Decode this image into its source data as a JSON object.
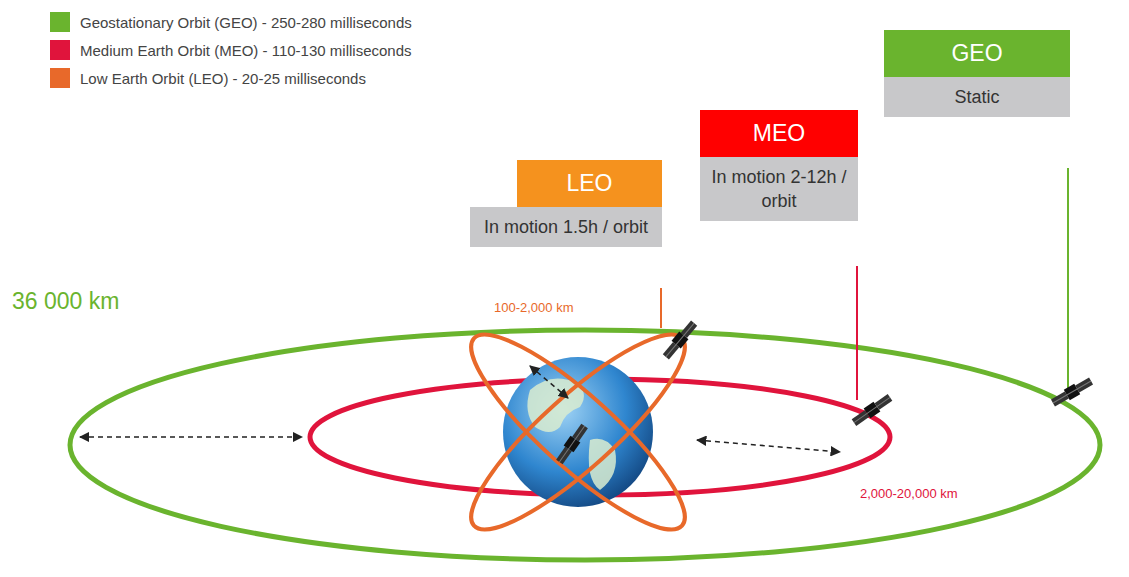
{
  "diagram": {
    "nodes": [
      {
        "text": [
          "LEO",
          "In motion 1.5h / orbit"
        ]
      },
      {
        "text": [
          "MEO",
          "In motion 2-12h / orbit"
        ]
      },
      {
        "text": [
          "GEO",
          "Static"
        ]
      }
    ],
    "labels": [
      "36 000 km",
      "100-2,000 km",
      "2,000-20,000 km"
    ],
    "legend": [
      {
        "text": "Geostationary Orbit (GEO) - 250-280 milliseconds",
        "color": "#6ab42e"
      },
      {
        "text": "Medium Earth Orbit (MEO) - 110-130 milliseconds",
        "color": "#e0143c"
      },
      {
        "text": "Low Earth Orbit (LEO) - 20-25 milliseconds",
        "color": "#e8692a"
      }
    ]
  }
}
